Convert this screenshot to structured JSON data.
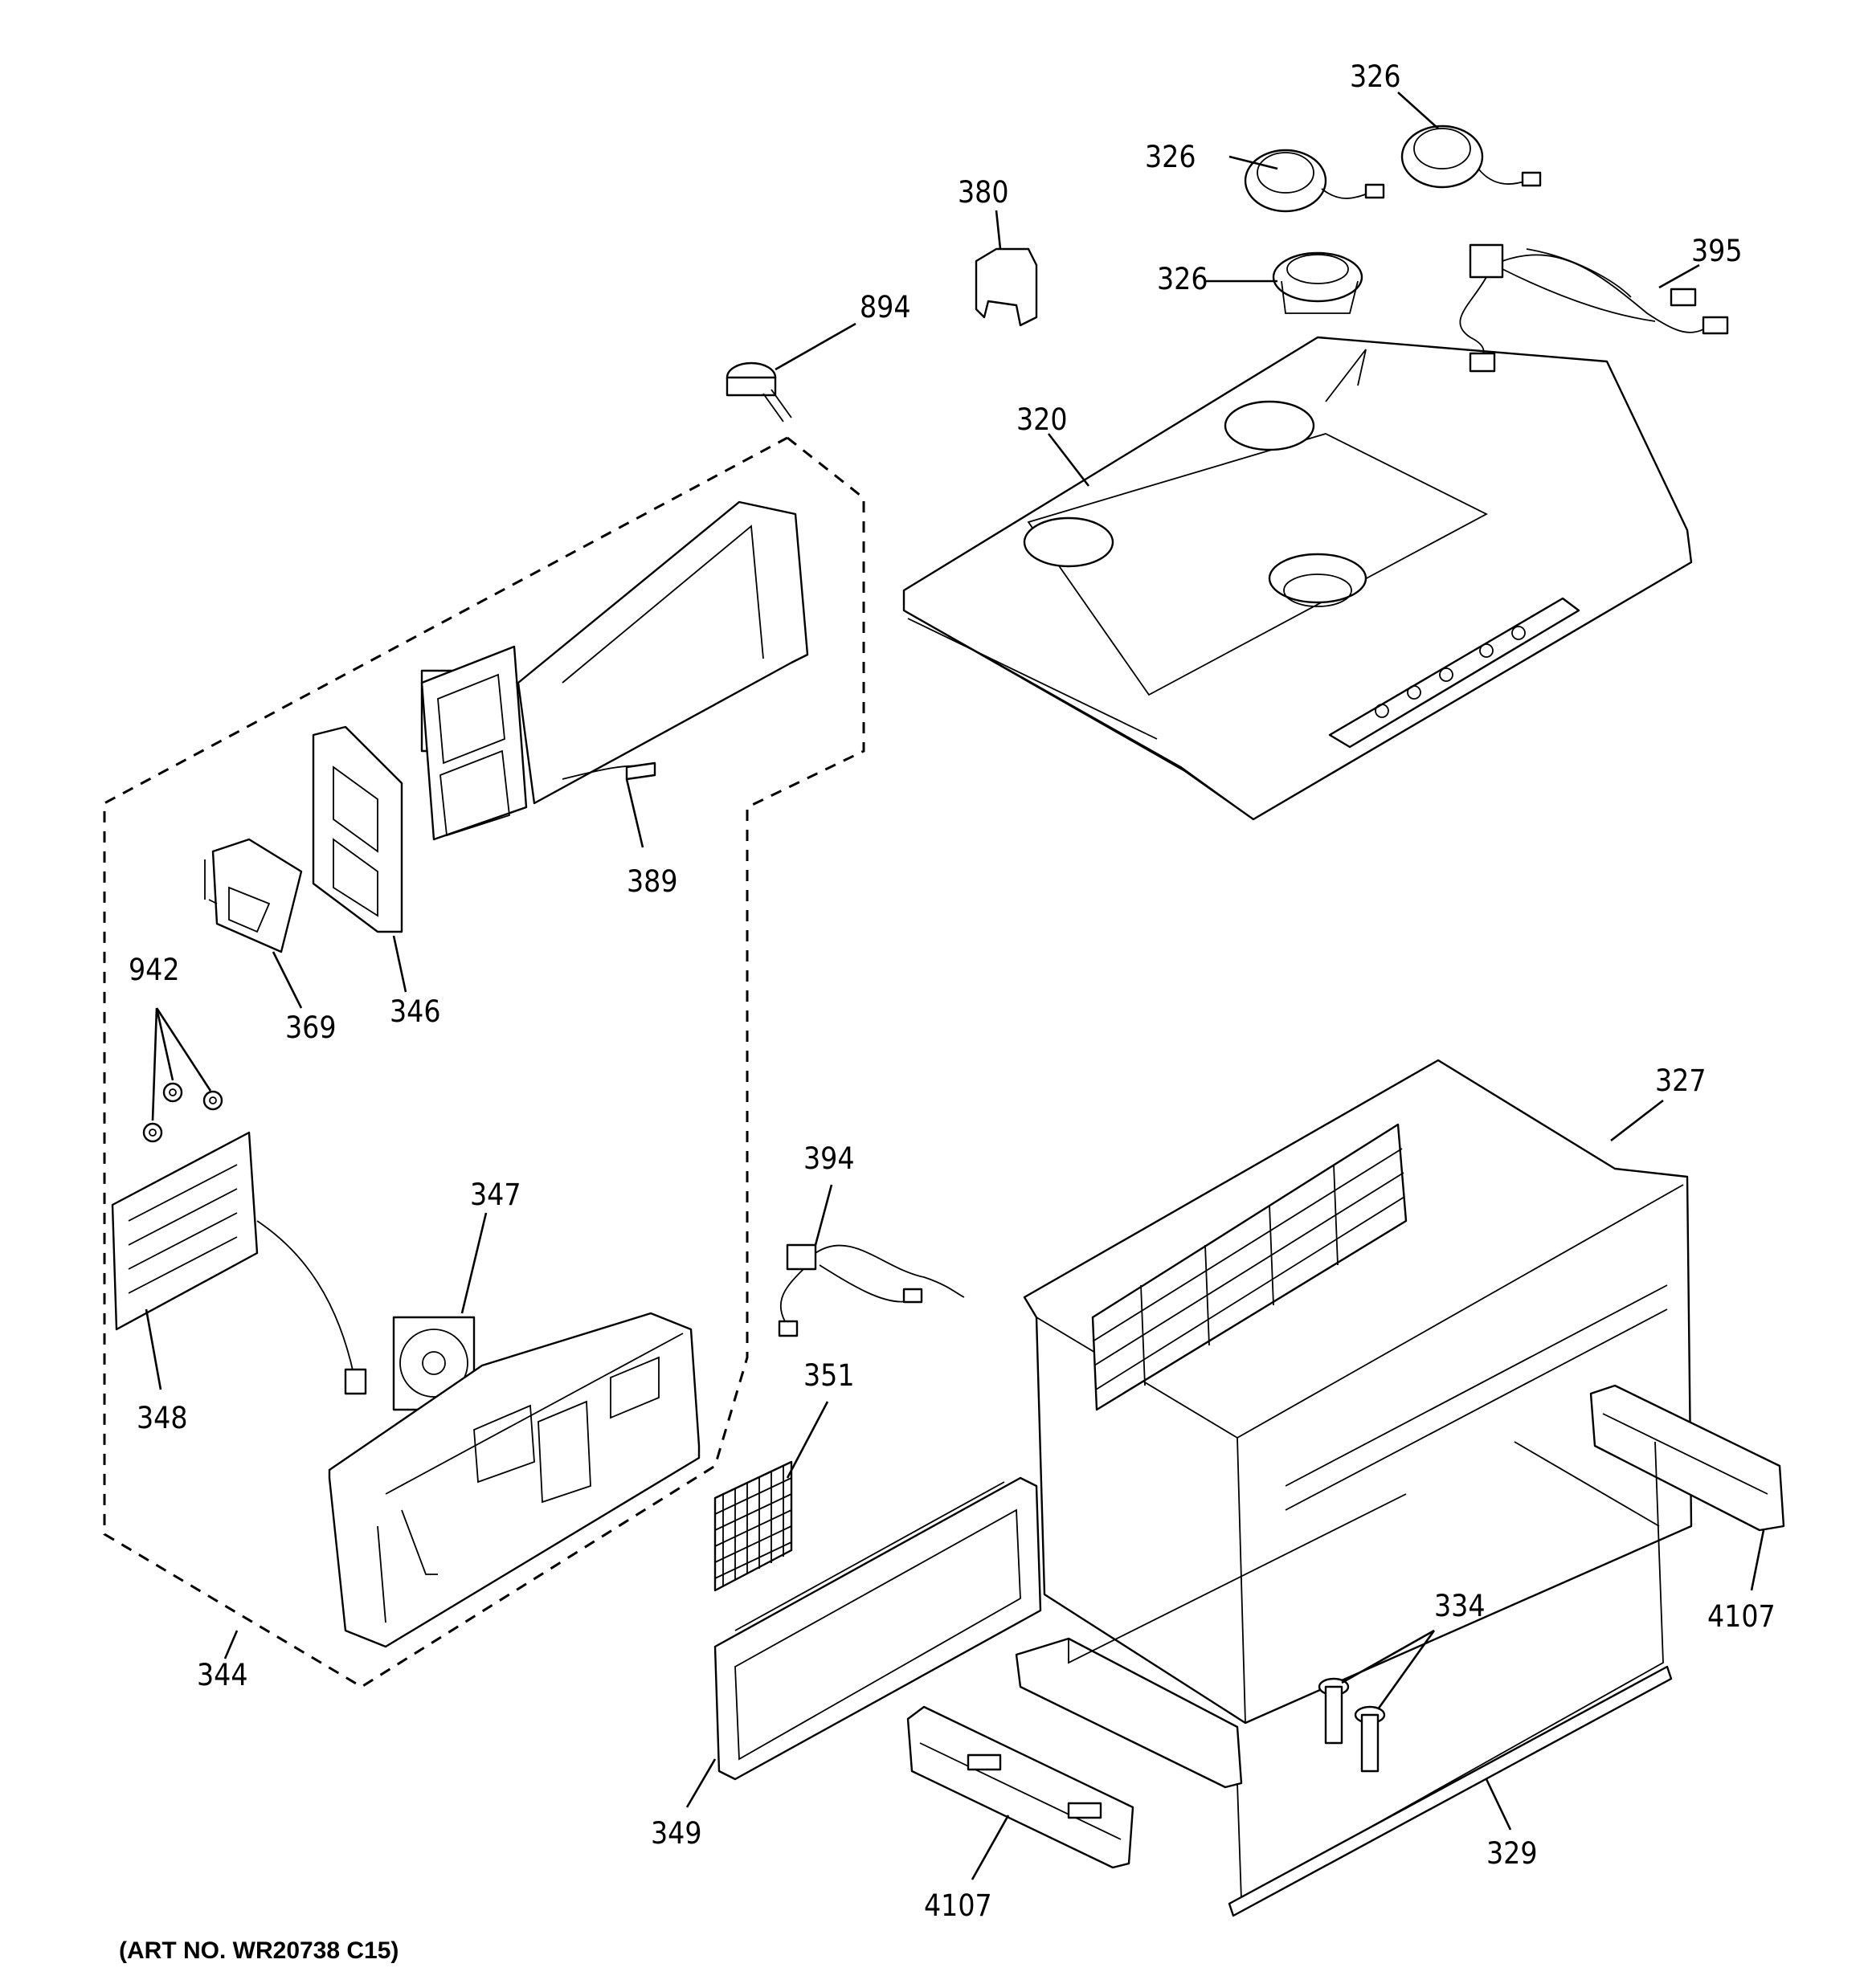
{
  "art_number": "(ART NO. WR20738 C15)",
  "callouts": {
    "c326a": "326",
    "c326b": "326",
    "c326c": "326",
    "c380": "380",
    "c395": "395",
    "c894": "894",
    "c320": "320",
    "c389": "389",
    "c346": "346",
    "c369": "369",
    "c942": "942",
    "c347": "347",
    "c348": "348",
    "c344": "344",
    "c394": "394",
    "c351": "351",
    "c349": "349",
    "c327": "327",
    "c4107a": "4107",
    "c334": "334",
    "c329": "329",
    "c4107b": "4107"
  }
}
